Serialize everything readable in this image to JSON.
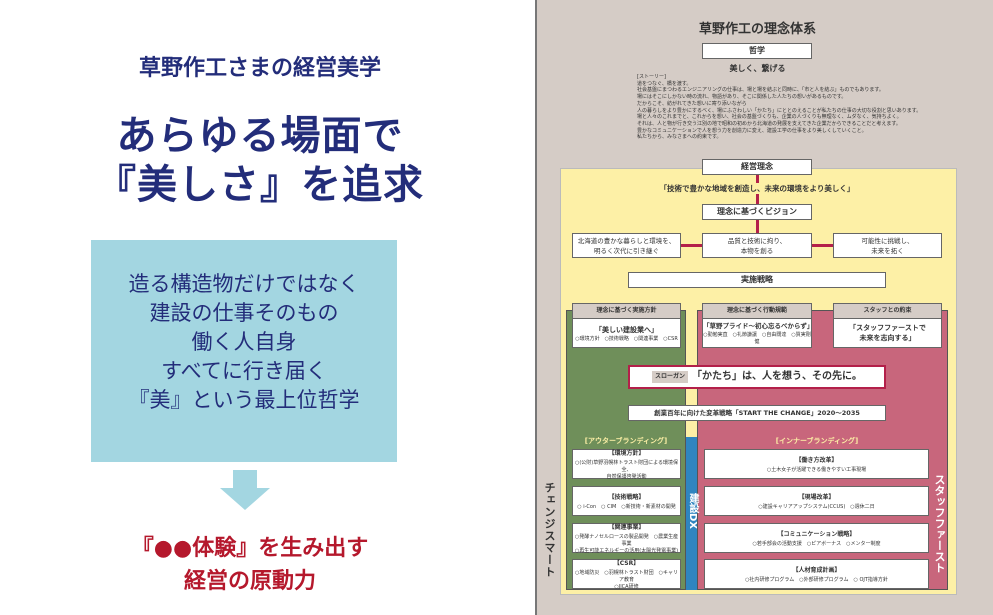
{
  "left": {
    "subtitle": "草野作工さまの経営美学",
    "headline": [
      "あらゆる場面で",
      "『美しさ』を追求"
    ],
    "box_lines": [
      "造る構造物だけではなく",
      "建設の仕事そのもの",
      "働く人自身",
      "すべてに行き届く",
      "『美』という最上位哲学"
    ],
    "conclusion": [
      "『●●体験』を生み出す",
      "経営の原動力"
    ]
  },
  "diagram": {
    "title": "草野作工の理念体系",
    "philosophy_label": "哲学",
    "philosophy": "美しく、繋げる",
    "story": [
      "[ストーリー]",
      "道をつなぐ、橋を渡す。",
      "社会基盤にまつわるエンジニアリングの仕事は、場と場を結ぶと同時に、「市と人を結ぶ」ものでもあります。",
      "場にはそこにしかない時の流れ、物語があり、そこに関係した人たちの想いがあるものです。",
      "だからこそ、紡がれてきた想いに寄り添いながら",
      "人の暮らしをより豊かにするべく、場にふさわしい「かたち」にととのえることが私たちの仕事の大切な役割と思いあります。",
      "場と人々のこれまでと、これからを想い、社会の基盤づくりも、企業の人づくりも無理なく、ムダなく、気持ちよく。",
      "それは、人と物が行き交う江別の地で昭和の初めから北海道の発展を支えてきた企業だからできることだと考えます。",
      "豊かなコミュニケーションで人を想う力を創造力に変え、建設工学の仕事をより美しくしていくこと。",
      "私たちから、みなさまへの約束です。"
    ],
    "management_label": "経営理念",
    "management": "「技術で豊かな地域を創造し、未来の環境をより美しく」",
    "vision_label": "理念に基づくビジョン",
    "visions": [
      [
        "北海道の豊かな暮らしと環境を、",
        "明るく次代に引き継ぐ"
      ],
      [
        "品質と技術に拘り、",
        "本物を創る"
      ],
      [
        "可能性に挑戦し、",
        "未来を拓く"
      ]
    ],
    "strategy_label": "実施戦略",
    "pillars": [
      {
        "header": "理念に基づく実施方針",
        "body": [
          "「美しい建設業へ」"
        ],
        "items": "○環境方針　○技術戦略　○関連事業　○CSR"
      },
      {
        "header": "理念に基づく行動規範",
        "body": [
          "「草野プライド〜初心忘るべからず」"
        ],
        "items": "○勤勉実直　○礼節謙譲　○自由闊達　○質実剛健"
      },
      {
        "header": "スタッフとの約束",
        "body": [
          "「スタッフファーストで",
          "未来を志向する」"
        ],
        "items": ""
      }
    ],
    "slogan_tag": "スローガン",
    "slogan": "「かたち」は、人を想う、その先に。",
    "change": "創業百年に向けた変革戦略「START THE CHANGE」2020〜2035",
    "outer_label": "[アウターブランディング]",
    "inner_label": "[インナーブランディング]",
    "outer": [
      {
        "title": "【環境方針】",
        "items": [
          "○(公財)草野羽幌林トラスト財団による環境保全、",
          "自然保護啓発活動"
        ]
      },
      {
        "title": "【技術戦略】",
        "items": [
          "○ i-Con　○ CIM　○新技術・新素材の開発"
        ]
      },
      {
        "title": "【関連事業】",
        "items": [
          "○発酵ナノセルロースの製品開発　○農業生産事業",
          "○再生可能エネルギーの活用(太陽光発電事業)"
        ]
      },
      {
        "title": "【CSR】",
        "items": [
          "○地域防災　○羽幌林トラスト財団　○キャリア教育",
          "○JICA研修"
        ]
      }
    ],
    "inner": [
      {
        "title": "【働き方改革】",
        "items": [
          "○土木女子が活躍できる働きやすい工事現場"
        ]
      },
      {
        "title": "【現場改革】",
        "items": [
          "○建設キャリアアップシステム(CCUS)　○週休二日"
        ]
      },
      {
        "title": "【コミュニケーション戦略】",
        "items": [
          "○若手部会の活動支援　○ピアボーナス　○メンター制度"
        ]
      },
      {
        "title": "【人材育成計画】",
        "items": [
          "○社内研修プログラム　○外部研修プログラム　○ OJT指導方針"
        ]
      }
    ],
    "left_vertical": "チェンジスマート",
    "center_vertical": "建設DX",
    "right_vertical": "スタッフファースト"
  },
  "colors": {
    "navy": "#232d7a",
    "red": "#b5182c",
    "lightblue": "#a3d6e1",
    "yellow": "#fdf0a6",
    "green": "#6f8f5a",
    "pink": "#c8667c",
    "blue": "#2f85c0"
  }
}
